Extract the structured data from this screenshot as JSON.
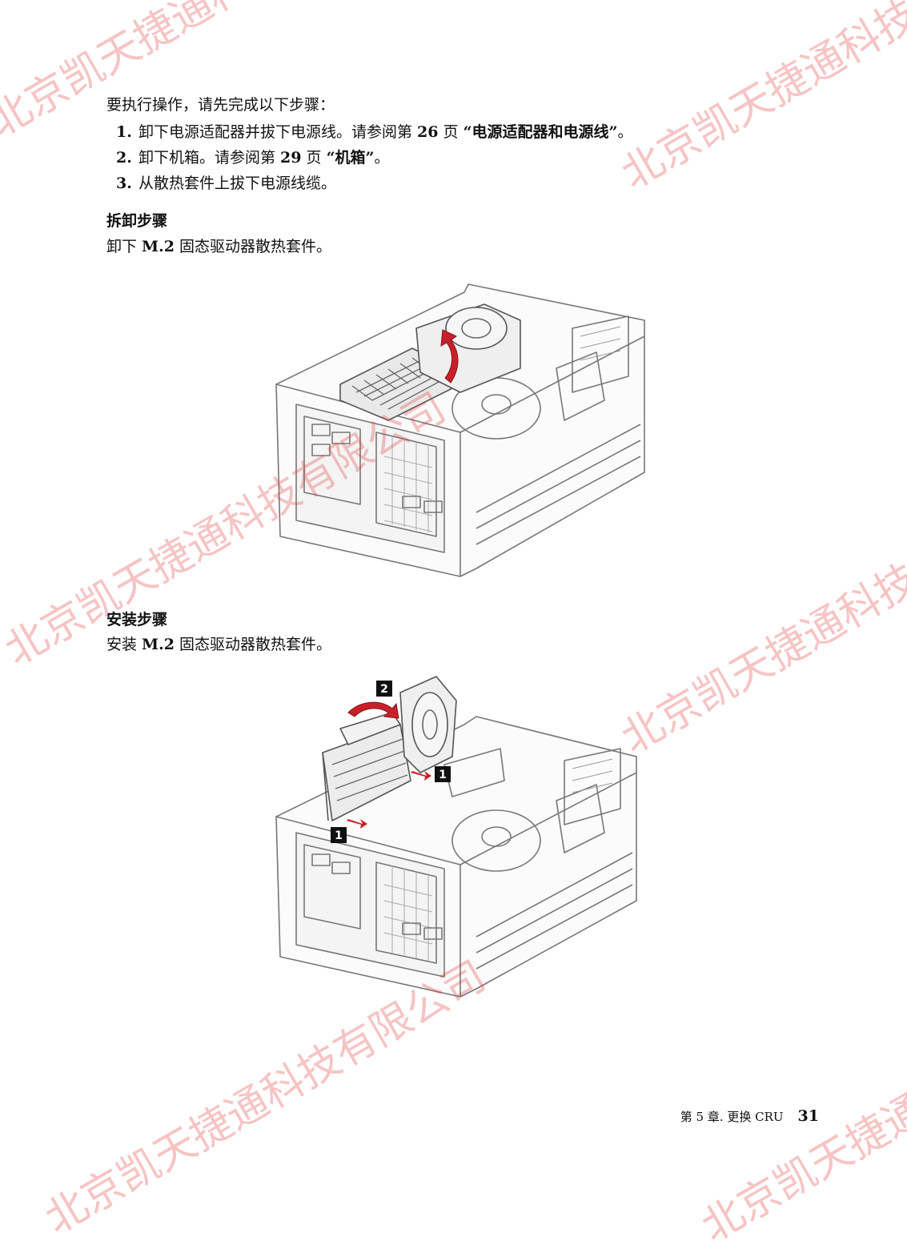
{
  "intro": "要执行操作，请先完成以下步骤：",
  "steps": [
    {
      "num": "1.",
      "pre": "卸下电源适配器并拔下电源线。请参阅第 ",
      "page": "26",
      "mid": " 页 ",
      "ref": "“电源适配器和电源线”",
      "post": "。"
    },
    {
      "num": "2.",
      "pre": "卸下机箱。请参阅第 ",
      "page": "29",
      "mid": " 页 ",
      "ref": "“机箱”",
      "post": "。"
    },
    {
      "num": "3.",
      "pre": "从散热套件上拔下电源线缆。",
      "page": "",
      "mid": "",
      "ref": "",
      "post": ""
    }
  ],
  "removal": {
    "heading": "拆卸步骤",
    "text_pre": "卸下 ",
    "text_bold": "M.2",
    "text_post": " 固态驱动器散热套件。"
  },
  "install": {
    "heading": "安装步骤",
    "text_pre": "安装 ",
    "text_bold": "M.2",
    "text_post": " 固态驱动器散热套件。"
  },
  "figure_install": {
    "callouts": [
      "1",
      "2",
      "1"
    ]
  },
  "footer": {
    "chapter": "第 5 章. 更换 CRU",
    "page": "31"
  },
  "watermark": "北京凯天捷通科技有限公司",
  "colors": {
    "accent_red": "#c8202a",
    "callout_bg": "#111111",
    "line": "#777777"
  }
}
